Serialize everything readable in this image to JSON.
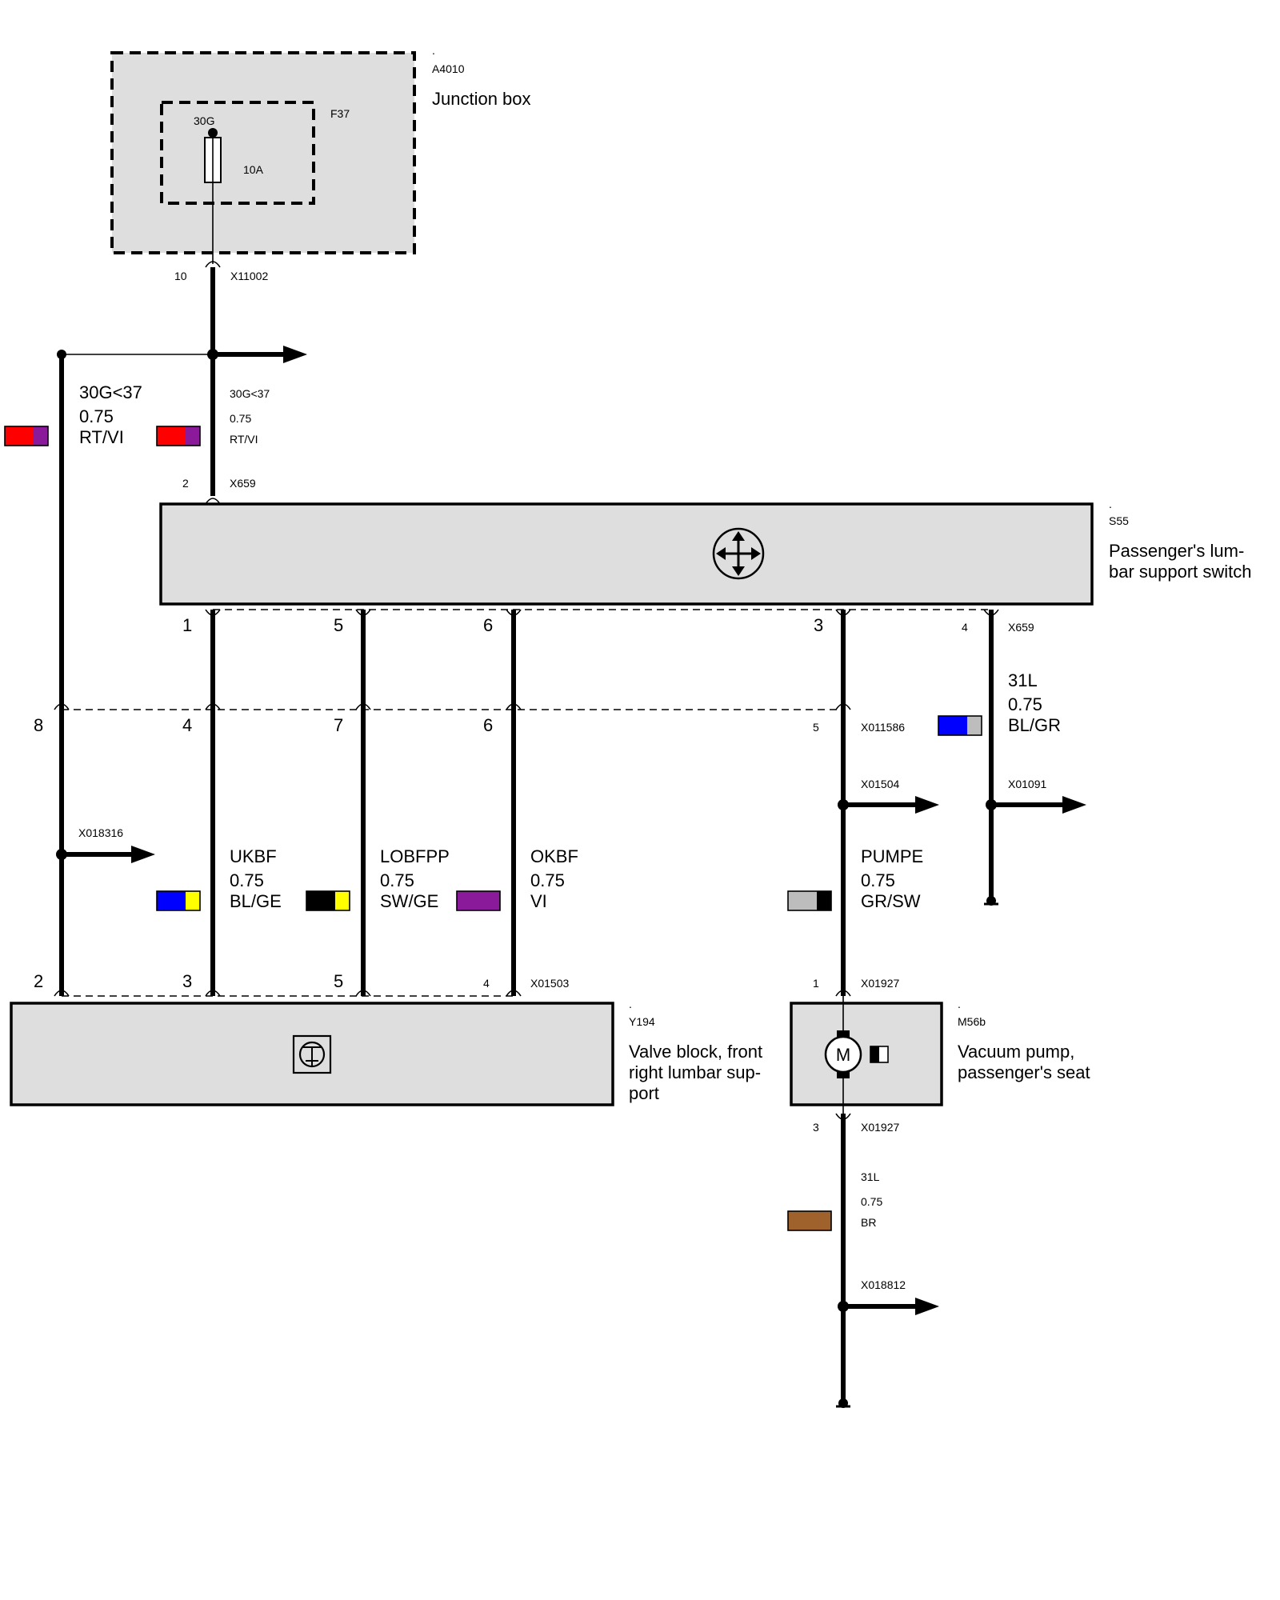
{
  "junction_box": {
    "dot": ".",
    "id": "A4010",
    "name": "Junction box",
    "fuse_id": "F37",
    "fuse_terminal": "30G",
    "fuse_rating": "10A",
    "pin": "10",
    "connector": "X11002"
  },
  "wire_30g_left": {
    "name": "30G<37",
    "size": "0.75",
    "color": "RT/VI",
    "colors": [
      "#ff0000",
      "#8b1a9b"
    ]
  },
  "wire_30g_main": {
    "name": "30G<37",
    "size": "0.75",
    "color": "RT/VI",
    "colors": [
      "#ff0000",
      "#8b1a9b"
    ],
    "pin": "2",
    "connector": "X659"
  },
  "switch": {
    "dot": ".",
    "id": "S55",
    "name_line1": "Passenger's lum-",
    "name_line2": "bar support switch",
    "icon": "four-way-arrow-icon",
    "pins": [
      "1",
      "5",
      "6",
      "3",
      "4"
    ],
    "connector": "X659"
  },
  "wire_31l_switch": {
    "name": "31L",
    "size": "0.75",
    "color": "BL/GR",
    "colors": [
      "#0000ff",
      "#bdbdbd"
    ],
    "splice": "X01091"
  },
  "connector_x011586": {
    "id": "X011586",
    "pins": [
      "8",
      "4",
      "7",
      "6",
      "5"
    ]
  },
  "splice_x01504": "X01504",
  "splice_x018316": "X018316",
  "wires": [
    {
      "name": "UKBF",
      "size": "0.75",
      "color": "BL/GE",
      "colors": [
        "#0000ff",
        "#ffff00"
      ]
    },
    {
      "name": "LOBFPP",
      "size": "0.75",
      "color": "SW/GE",
      "colors": [
        "#000000",
        "#ffff00"
      ]
    },
    {
      "name": "OKBF",
      "size": "0.75",
      "color": "VI",
      "colors": [
        "#8b1a9b"
      ]
    },
    {
      "name": "PUMPE",
      "size": "0.75",
      "color": "GR/SW",
      "colors": [
        "#bdbdbd",
        "#000000"
      ]
    }
  ],
  "valve_block": {
    "dot": ".",
    "id": "Y194",
    "name_line1": "Valve block, front",
    "name_line2": "right lumbar sup-",
    "name_line3": "port",
    "icon": "valve-icon",
    "pins": [
      "2",
      "3",
      "5",
      "4"
    ],
    "connector": "X01503"
  },
  "pump": {
    "dot": ".",
    "id": "M56b",
    "name_line1": "Vacuum pump,",
    "name_line2": "passenger's seat",
    "icon": "motor-icon",
    "motor_label": "M",
    "pin_top": "1",
    "connector_top": "X01927",
    "pin_bottom": "3",
    "connector_bottom": "X01927"
  },
  "wire_ground": {
    "name": "31L",
    "size": "0.75",
    "color": "BR",
    "colors": [
      "#a0622d"
    ],
    "splice": "X018812"
  }
}
